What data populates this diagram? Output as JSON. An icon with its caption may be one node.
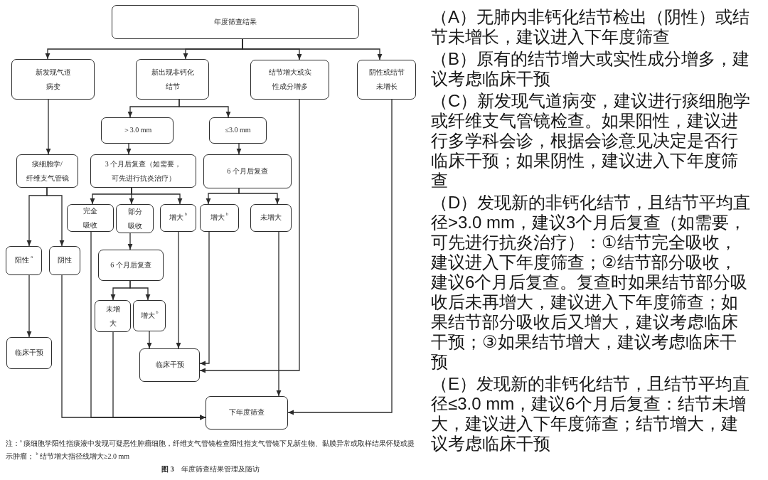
{
  "diagram": {
    "caption": "**图 3**　年度筛查结果管理及随访",
    "nodes": [
      {
        "text": [
          "年度筛查结果"
        ]
      },
      {
        "text": [
          "新发现气道病变"
        ]
      },
      {
        "text": [
          "新出现非钙化结节"
        ]
      },
      {
        "text": [
          "结节增大或实性成分增多"
        ]
      },
      {
        "text": [
          "阴性或结节未增长"
        ]
      },
      {
        "text": [
          "＞3.0 mm"
        ]
      },
      {
        "text": [
          "≤3.0 mm"
        ]
      },
      {
        "text": [
          "痰细胞学/纤维支气管镜"
        ]
      },
      {
        "text": [
          "3 个月后复查（如需要，可先进行抗炎治疗）"
        ]
      },
      {
        "text": [
          "6 个月后复查"
        ]
      },
      {
        "text": [
          "完全吸收"
        ]
      },
      {
        "text": [
          "部分吸收"
        ]
      },
      {
        "text": [
          "增大$^{b}$"
        ]
      },
      {
        "text": [
          "增大$^{b}$"
        ]
      },
      {
        "text": [
          "未增大"
        ]
      },
      {
        "text": [
          "阳性$^{a}$"
        ]
      },
      {
        "text": [
          "阴性"
        ]
      },
      {
        "text": [
          "6 个月后复查"
        ]
      },
      {
        "text": [
          "未增大"
        ]
      },
      {
        "text": [
          "增大$^{b}$"
        ]
      },
      {
        "text": [
          "临床干预"
        ]
      },
      {
        "text": [
          "临床干预"
        ]
      },
      {
        "text": [
          "下年度筛查"
        ]
      }
    ],
    "edges": [
      {
        "from": 0,
        "to": 1,
        "arrow": "to"
      },
      {
        "from": 0,
        "to": 2,
        "arrow": "to"
      },
      {
        "from": 0,
        "to": 3,
        "arrow": "to"
      },
      {
        "from": 0,
        "to": 4,
        "arrow": "to"
      },
      {
        "from": 1,
        "to": 7,
        "arrow": "to"
      },
      {
        "from": 2,
        "to": 5,
        "arrow": "to"
      },
      {
        "from": 2,
        "to": 6,
        "arrow": "to"
      },
      {
        "from": 5,
        "to": 8,
        "arrow": "to"
      },
      {
        "from": 6,
        "to": 9,
        "arrow": "to"
      },
      {
        "from": 7,
        "to": 15,
        "arrow": "to"
      },
      {
        "from": 7,
        "to": 16,
        "arrow": "to"
      },
      {
        "from": 8,
        "to": 10,
        "arrow": "to"
      },
      {
        "from": 8,
        "to": 11,
        "arrow": "to"
      },
      {
        "from": 8,
        "to": 12,
        "arrow": "to"
      },
      {
        "from": 9,
        "to": 13,
        "arrow": "to"
      },
      {
        "from": 9,
        "to": 14,
        "arrow": "to"
      },
      {
        "from": 11,
        "to": 17,
        "arrow": "to"
      },
      {
        "from": 17,
        "to": 18,
        "arrow": "to"
      },
      {
        "from": 17,
        "to": 19,
        "arrow": "to"
      },
      {
        "from": 15,
        "to": 20,
        "arrow": "to"
      },
      {
        "from": 16,
        "to": 22,
        "arrow": "to"
      },
      {
        "from": 10,
        "to": 22,
        "arrow": "to"
      },
      {
        "from": 18,
        "to": 22,
        "arrow": "to"
      },
      {
        "from": 12,
        "to": 21,
        "arrow": "to"
      },
      {
        "from": 19,
        "to": 21,
        "arrow": "to"
      },
      {
        "from": 13,
        "to": 21,
        "arrow": "to"
      },
      {
        "from": 3,
        "to": 21,
        "arrow": "to"
      },
      {
        "from": 14,
        "to": 22,
        "arrow": "to"
      },
      {
        "from": 4,
        "to": 22,
        "arrow": "to"
      }
    ],
    "labels": [
      "注：$^{a}$ 痰细胞学阳性指痰液中发现可疑恶性肿瘤细胞，纤维支气管镜检查阳性指支气管镜下见新生物、黏膜异常或取样结果怀疑或提示肿瘤； $^{b}$ 结节增大指径线增大≥2.0 mm",
      "（A）无肺内非钙化结节检出（阴性）或结节未增长，建议进入下年度筛查",
      "（B）原有的结节增大或实性成分增多，建议考虑临床干预",
      "（C）新发现气道病变，建议进行痰细胞学或纤维支气管镜检查。如果阳性，建议进行多学科会诊，根据会诊意见决定是否行临床干预；如果阴性，建议进入下年度筛查",
      "（D）发现新的非钙化结节，且结节平均直径>3.0 mm，建议3个月后复查（如需要，可先进行抗炎治疗）：①结节完全吸收，建议进入下年度筛查；②结节部分吸收，建议6个月后复查。复查时如果结节部分吸收后未再增大，建议进入下年度筛查；如果结节部分吸收后又增大，建议考虑临床干预；③如果结节增大，建议考虑临床干预",
      "（E）发现新的非钙化结节，且结节平均直径≤3.0 mm，建议6个月后复查：结节未增大，建议进入下年度筛查；结节增大，建议考虑临床干预"
    ]
  }
}
